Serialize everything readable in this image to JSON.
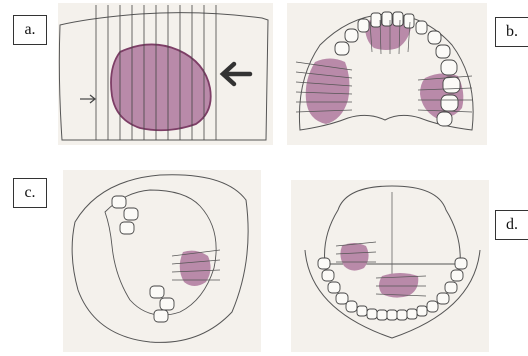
{
  "panels": [
    {
      "label": "a."
    },
    {
      "label": "b."
    },
    {
      "label": "c."
    },
    {
      "label": "d."
    }
  ],
  "colors": {
    "lesion_fill": "#b98aa9",
    "lesion_stroke": "#7d3e66",
    "line": "#555555",
    "paper": "#f3f0ea"
  }
}
